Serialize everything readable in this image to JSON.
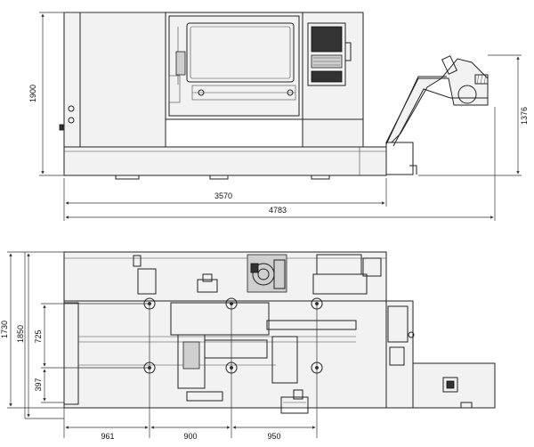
{
  "front_view": {
    "dims": {
      "height_total": "1900",
      "height_conveyor": "1376",
      "width_body": "3570",
      "width_total": "4783"
    }
  },
  "top_view": {
    "dims": {
      "depth_total": "1730",
      "depth_body": "1850",
      "spindle_offset_y": "725",
      "tail_offset_y": "397",
      "pitch_1": "961",
      "pitch_2": "900",
      "pitch_3": "950"
    }
  }
}
